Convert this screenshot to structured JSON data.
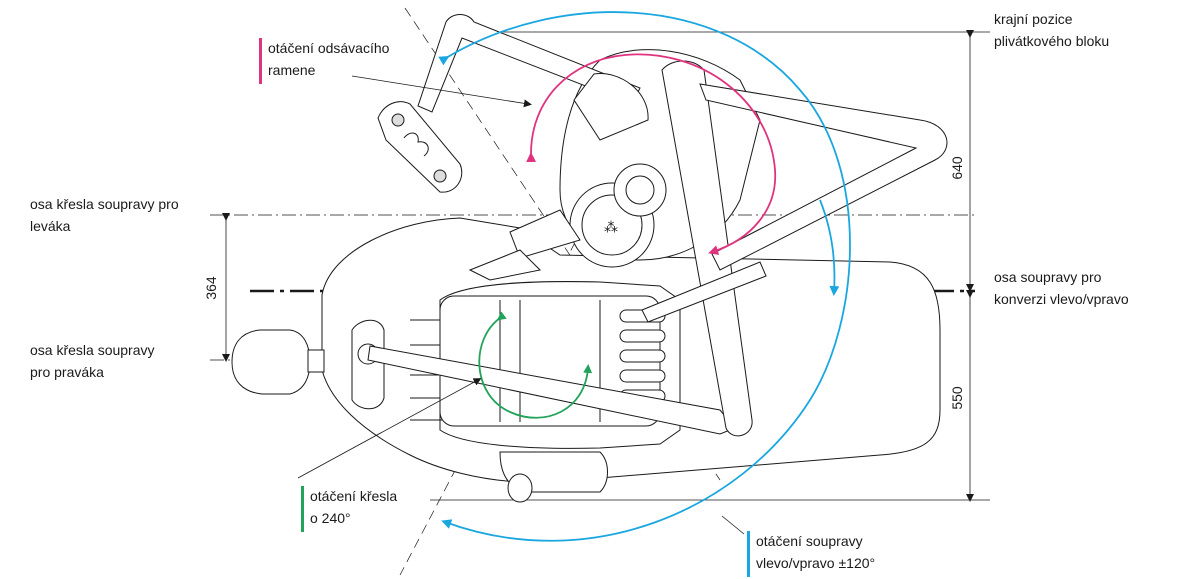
{
  "labels": {
    "suction_arm_rotation": [
      "otáčení odsávacího",
      "ramene"
    ],
    "extreme_spittoon_position": [
      "krajní pozice",
      "plivátkového bloku"
    ],
    "left_hand_axis": [
      "osa křesla soupravy pro",
      "leváka"
    ],
    "conversion_axis": [
      "osa soupravy pro",
      "konverzi vlevo/vpravo"
    ],
    "right_hand_axis": [
      "osa křesla soupravy",
      "pro praváka"
    ],
    "chair_rotation": [
      "otáčení křesla",
      "o 240°"
    ],
    "unit_rotation": [
      "otáčení soupravy",
      "vlevo/vpravo ±120°"
    ]
  },
  "dimensions": {
    "top": "640",
    "left": "364",
    "bottom": "550"
  },
  "colors": {
    "suction_arm": "#e0337f",
    "unit": "#1aa7e0",
    "chair": "#22a35a",
    "line": "#1a1a1a"
  }
}
